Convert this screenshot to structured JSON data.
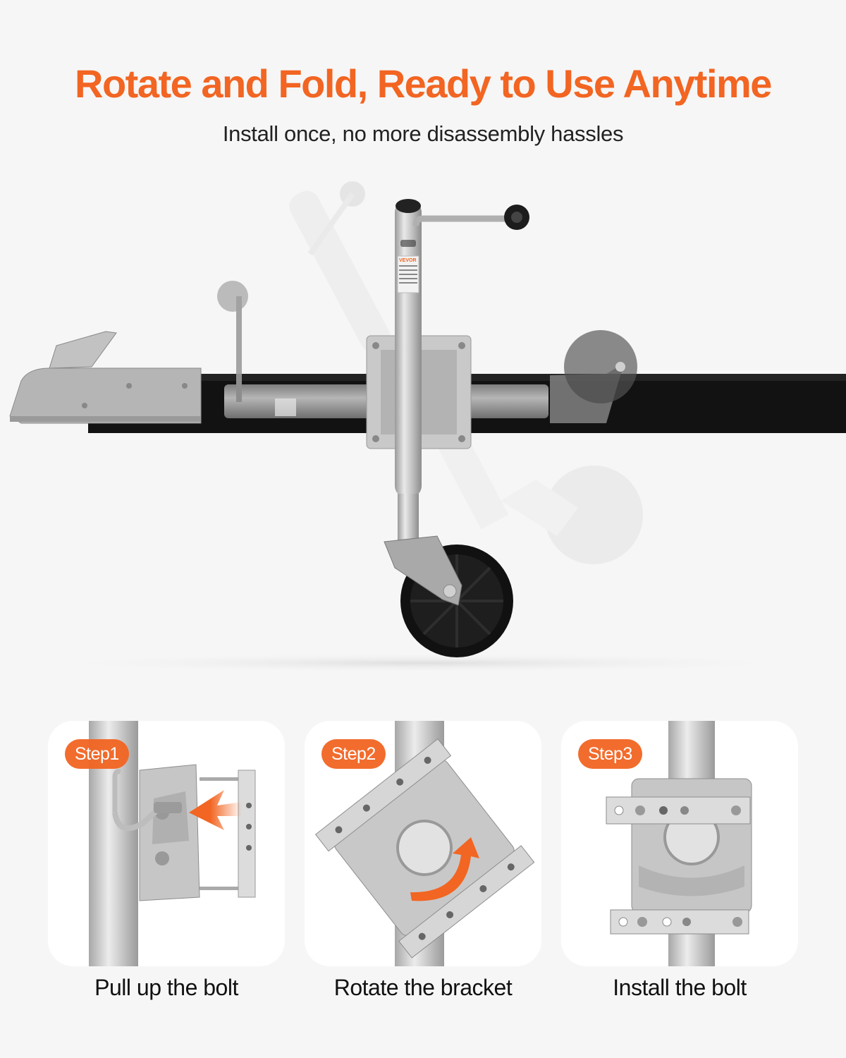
{
  "header": {
    "title": "Rotate and Fold, Ready to Use Anytime",
    "subtitle": "Install once, no more disassembly hassles"
  },
  "hero": {
    "product": "swing-up trailer jack with wheel",
    "brand_label": "VEVOR",
    "positions": [
      "folded-horizontal",
      "rotating-diagonal",
      "upright-vertical"
    ]
  },
  "steps": [
    {
      "badge": "Step1",
      "caption": "Pull up the bolt"
    },
    {
      "badge": "Step2",
      "caption": "Rotate the bracket"
    },
    {
      "badge": "Step3",
      "caption": "Install the bolt"
    }
  ],
  "colors": {
    "accent": "#f26522",
    "background": "#f6f6f6",
    "card": "#ffffff",
    "text": "#111111",
    "trailer_bar": "#121212"
  }
}
